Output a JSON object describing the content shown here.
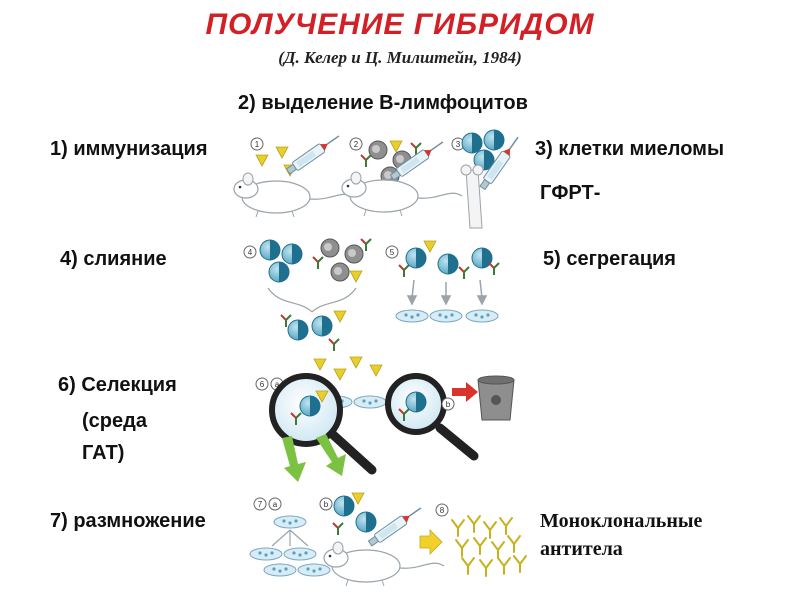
{
  "title": "ПОЛУЧЕНИЕ ГИБРИДОМ",
  "subtitle": "(Д. Келер и Ц. Милштейн, 1984)",
  "steps": {
    "s2": "2) выделение В-лимфоцитов",
    "s1": "1) иммунизация",
    "s3": "3) клетки миеломы",
    "s3b": "ГФРТ-",
    "s4": "4) слияние",
    "s5": "5) сегрегация",
    "s6": "6) Селекция",
    "s6b": "(среда",
    "s6c": "ГАТ)",
    "s7": "7) размножение",
    "result_1": "Моноклональные",
    "result_2": "антитела"
  },
  "badges": [
    "1",
    "2",
    "3",
    "4",
    "5",
    "6",
    "a",
    "b",
    "7",
    "a",
    "b",
    "8"
  ],
  "colors": {
    "title": "#d31f26",
    "antigen": "#e8cf2a",
    "myeloma": "#1f6f8f",
    "arrow_green": "#7bc242",
    "arrow_yellow": "#f2d02a",
    "bin_arrow": "#d9342b"
  }
}
